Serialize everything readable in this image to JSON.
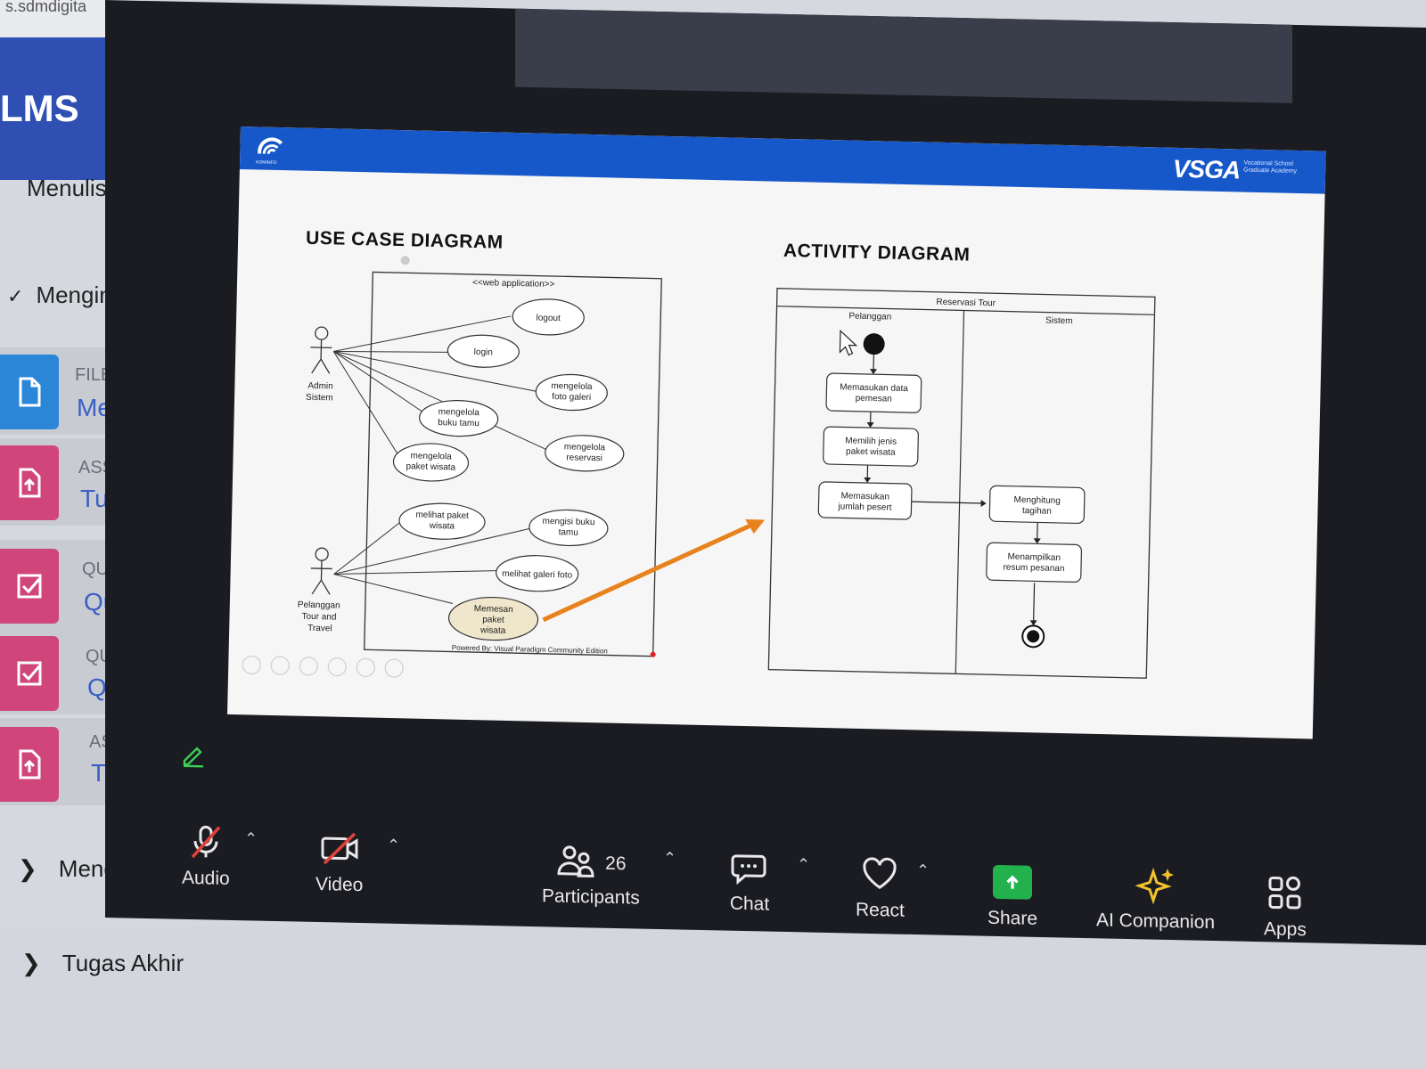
{
  "lms": {
    "url_fragment": "s.sdmdigita",
    "brand": "LMS",
    "sidebar_headings": [
      "Menulis",
      "Mengin"
    ],
    "items": [
      {
        "type": "FILE",
        "name": "Men",
        "color": "#2b86d8",
        "icon": "file-icon"
      },
      {
        "type": "ASSI",
        "name": "Tug",
        "color": "#d0457a",
        "icon": "upload-icon"
      },
      {
        "type": "QUIZ",
        "name": "Qui",
        "color": "#d0457a",
        "icon": "checkbox-icon"
      },
      {
        "type": "QUIZ",
        "name": "Qui",
        "color": "#d0457a",
        "icon": "checkbox-icon"
      },
      {
        "type": "ASSI",
        "name": "Tug",
        "color": "#d0457a",
        "icon": "upload-icon"
      }
    ],
    "sections": [
      "Mengg",
      "Tugas Akhir"
    ]
  },
  "slide": {
    "brand": "VSGA",
    "brand_sub": "Vocational School Graduate Academy",
    "logo_caption": "KOMINFO",
    "use_case": {
      "title": "USE CASE DIAGRAM",
      "system_label": "<<web application>>",
      "actors": [
        {
          "name_line1": "Admin",
          "name_line2": "Sistem",
          "name_line3": ""
        },
        {
          "name_line1": "Pelanggan",
          "name_line2": "Tour and",
          "name_line3": "Travel"
        }
      ],
      "use_cases": {
        "logout": "logout",
        "login": "login",
        "galeri1": "mengelola",
        "galeri2": "foto galeri",
        "bukutamu1": "mengelola",
        "bukutamu2": "buku tamu",
        "reservasi1": "mengelola",
        "reservasi2": "reservasi",
        "paket1": "mengelola",
        "paket2": "paket wisata",
        "lihatpaket1": "melihat paket",
        "lihatpaket2": "wisata",
        "isibuku1": "mengisi buku",
        "isibuku2": "tamu",
        "lihatgaleri": "melihat galeri foto",
        "pesan1": "Memesan",
        "pesan2": "paket",
        "pesan3": "wisata"
      },
      "footer": "Powered By: Visual Paradigm Community Edition"
    },
    "activity": {
      "title": "ACTIVITY DIAGRAM",
      "pool": "Reservasi Tour",
      "lanes": [
        "Pelanggan",
        "Sistem"
      ],
      "actions": {
        "a1_1": "Memasukan data",
        "a1_2": "pemesan",
        "a2_1": "Memilih jenis",
        "a2_2": "paket wisata",
        "a3_1": "Memasukan",
        "a3_2": "jumlah pesert",
        "a4_1": "Menghitung",
        "a4_2": "tagihan",
        "a5_1": "Menampilkan",
        "a5_2": "resum pesanan"
      }
    },
    "highlight_arrow_color": "#e8821d"
  },
  "toolbar": {
    "audio": "Audio",
    "video": "Video",
    "participants": "Participants",
    "participants_count": "26",
    "chat": "Chat",
    "react": "React",
    "share": "Share",
    "ai": "AI Companion",
    "apps": "Apps",
    "share_color": "#23b14d",
    "muted_color": "#e0413b",
    "ai_color": "#f2c12e"
  }
}
